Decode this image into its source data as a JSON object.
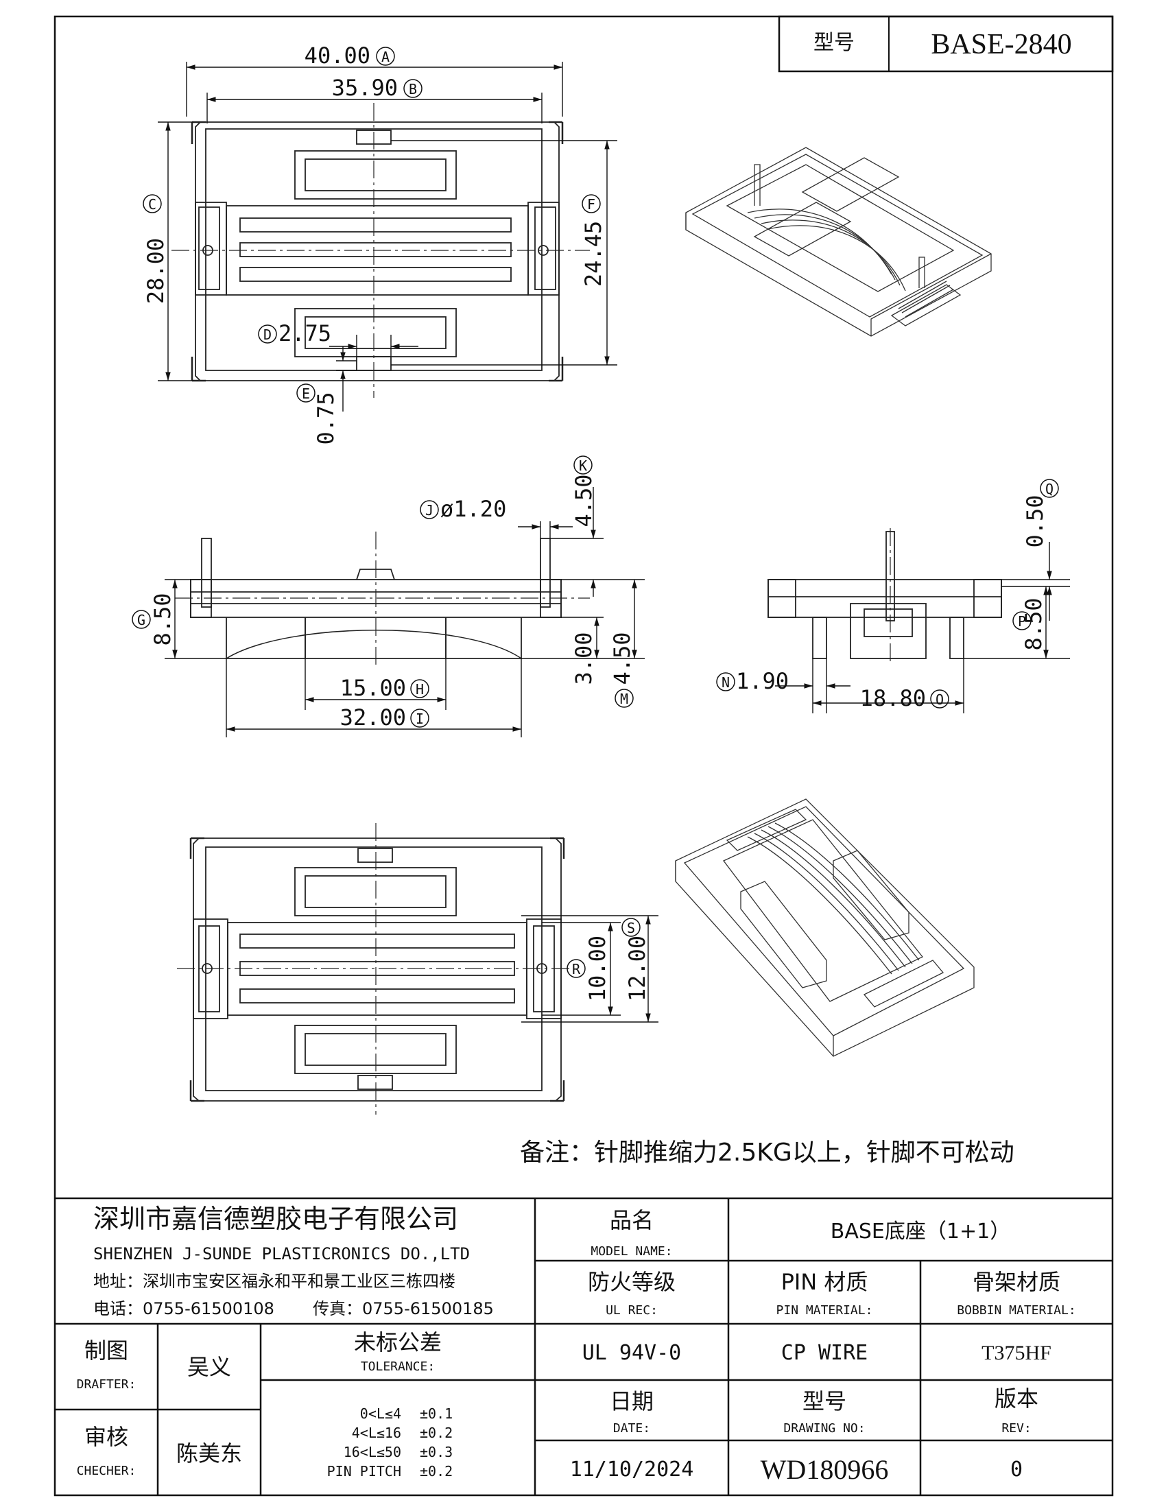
{
  "title_block_top": {
    "model_label": "型号",
    "model_value": "BASE-2840"
  },
  "dimensions": {
    "A": {
      "letter": "A",
      "value": "40.00"
    },
    "B": {
      "letter": "B",
      "value": "35.90"
    },
    "C": {
      "letter": "C",
      "value": "28.00"
    },
    "F": {
      "letter": "F",
      "value": "24.45"
    },
    "D": {
      "letter": "D",
      "value": "2.75"
    },
    "E": {
      "letter": "E",
      "value": "0.75"
    },
    "K": {
      "letter": "K",
      "value": "4.50"
    },
    "J": {
      "letter": "J",
      "value": "ø1.20"
    },
    "G": {
      "letter": "G",
      "value": "8.50"
    },
    "H": {
      "letter": "H",
      "value": "15.00"
    },
    "I": {
      "letter": "I",
      "value": "32.00"
    },
    "T3": {
      "value": "3.00"
    },
    "M": {
      "letter": "M",
      "value": "4.50"
    },
    "Q": {
      "letter": "Q",
      "value": "0.50"
    },
    "P": {
      "letter": "P",
      "value": "8.50"
    },
    "N": {
      "letter": "N",
      "value": "1.90"
    },
    "O": {
      "letter": "O",
      "value": "18.80"
    },
    "S": {
      "letter": "S",
      "value": "12.00"
    },
    "R": {
      "letter": "R",
      "value": "10.00"
    }
  },
  "note": "备注：针脚推缩力2.5KG以上，针脚不可松动",
  "company": {
    "name_cn": "深圳市嘉信德塑胶电子有限公司",
    "name_en": "SHENZHEN J-SUNDE PLASTICRONICS DO.,LTD",
    "address": "地址：深圳市宝安区福永和平和景工业区三栋四楼",
    "phone": "电话：0755-61500108",
    "fax": "传真：0755-61500185"
  },
  "title_block": {
    "model_name_cn": "品名",
    "model_name_en": "MODEL NAME:",
    "model_name_value": "BASE底座（1+1）",
    "ul_cn": "防火等级",
    "ul_en": "UL REC:",
    "ul_value": "UL 94V-0",
    "pin_cn": "PIN 材质",
    "pin_en": "PIN MATERIAL:",
    "pin_value": "CP WIRE",
    "bobbin_cn": "骨架材质",
    "bobbin_en": "BOBBIN MATERIAL:",
    "bobbin_value": "T375HF",
    "drafter_cn": "制图",
    "drafter_en": "DRAFTER:",
    "drafter_value": "吴义",
    "checker_cn": "审核",
    "checker_en": "CHECHER:",
    "checker_value": "陈美东",
    "tol_cn": "未标公差",
    "tol_en": "TOLERANCE:",
    "tol_rows": [
      {
        "range": "0<L≤4",
        "tol": "±0.1"
      },
      {
        "range": "4<L≤16",
        "tol": "±0.2"
      },
      {
        "range": "16<L≤50",
        "tol": "±0.3"
      },
      {
        "range": "PIN PITCH",
        "tol": "±0.2"
      }
    ],
    "date_cn": "日期",
    "date_en": "DATE:",
    "date_value": "11/10/2024",
    "drawing_cn": "型号",
    "drawing_en": "DRAWING NO:",
    "drawing_value": "WD180966",
    "rev_cn": "版本",
    "rev_en": "REV:",
    "rev_value": "0"
  }
}
